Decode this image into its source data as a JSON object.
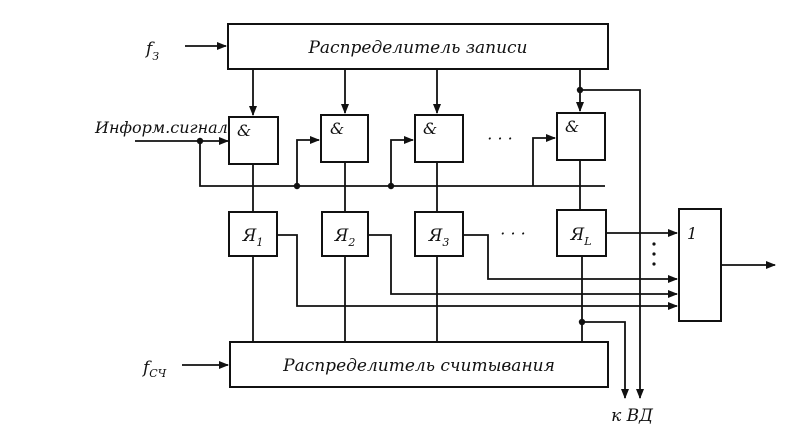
{
  "inputs": {
    "write_clock_main": "f",
    "write_clock_sub": "З",
    "read_clock_main": "f",
    "read_clock_sub": "СЧ",
    "info_signal": "Информ.сигнал"
  },
  "blocks": {
    "write_distributor": "Распределитель записи",
    "read_distributor": "Распределитель считывания",
    "and_gates": [
      "&",
      "&",
      "&",
      "&"
    ],
    "and_ellipsis": "· · ·",
    "cells": [
      {
        "main": "Я",
        "sub": "1"
      },
      {
        "main": "Я",
        "sub": "2"
      },
      {
        "main": "Я",
        "sub": "3"
      },
      {
        "main": "Я",
        "sub": "L"
      }
    ],
    "cell_ellipsis": "· · ·",
    "or_gate": "1"
  },
  "outputs": {
    "to_vd": "к ВД"
  }
}
